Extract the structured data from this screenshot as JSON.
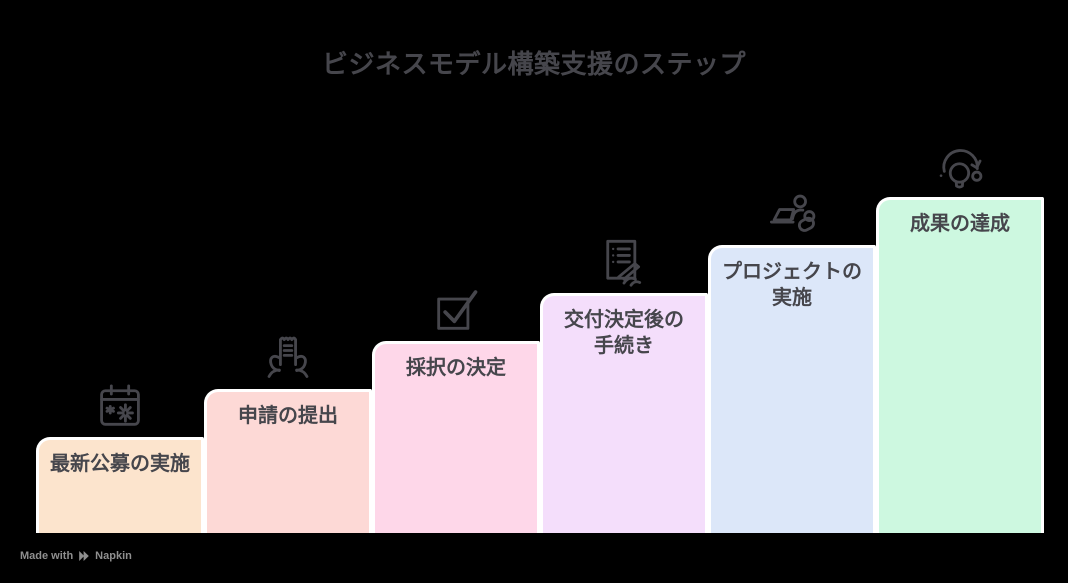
{
  "title": "ビジネスモデル構築支援のステップ",
  "background": "#000000",
  "text_color": "#46464c",
  "step_border_color": "#ffffff",
  "steps": [
    {
      "label": "最新公募の実施",
      "color": "#fce4cd",
      "icon": "calendar-sparkle-icon"
    },
    {
      "label": "申請の提出",
      "color": "#fdd9d6",
      "icon": "hands-holding-document-icon"
    },
    {
      "label": "採択の決定",
      "color": "#fed7e9",
      "icon": "checkbox-checked-icon"
    },
    {
      "label": "交付決定後の\n手続き",
      "color": "#f4defb",
      "icon": "document-signing-icon"
    },
    {
      "label": "プロジェクトの\n実施",
      "color": "#dce7f9",
      "icon": "person-laptop-icon"
    },
    {
      "label": "成果の達成",
      "color": "#cdf8e0",
      "icon": "lightbulb-idea-icon"
    }
  ],
  "watermark": {
    "made_with": "Made with",
    "brand": "Napkin"
  }
}
